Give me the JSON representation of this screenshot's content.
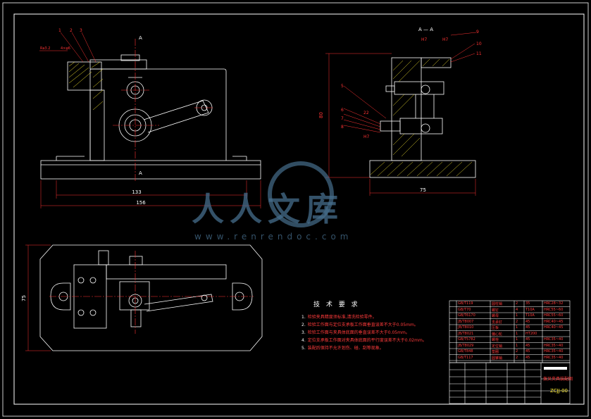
{
  "section_labels": {
    "cut_a_top": "A",
    "cut_a_bottom": "A",
    "section_view": "A — A"
  },
  "dimensions": {
    "inner_width": "133",
    "outer_width": "156",
    "side_width": "75",
    "side_height": "80",
    "plan_height": "75",
    "fit_top_1": "H7",
    "fit_top_2": "H7",
    "fit_side_1": "22",
    "fit_side_2": "H7",
    "ra": "Ra3.2",
    "holes_note": "4×φ6"
  },
  "balloons": {
    "front": [
      "1",
      "2",
      "3"
    ],
    "side_right": [
      "9",
      "10",
      "11"
    ],
    "side_left": [
      "5",
      "6",
      "7",
      "8"
    ]
  },
  "tech": {
    "title": "技 术 要 求",
    "items": [
      {
        "n": "1.",
        "text": "检验夹具精度须标准,清洗检验零件。"
      },
      {
        "n": "2.",
        "text": "检验工作面与定位支承板工作面垂直误差不大于0.05mm。"
      },
      {
        "n": "3.",
        "text": "检验工作面与夹具体底面的垂直误差不大于0.05mm。"
      },
      {
        "n": "4.",
        "text": "定位支承板工作面对夹具体底面的平行度误差不大于0.02mm。"
      },
      {
        "n": "5.",
        "text": "装配后保持不允许划伤、碰、刮等现象。"
      }
    ]
  },
  "bom": [
    {
      "code": "GB/T119",
      "name": "圆柱销",
      "qty": "2",
      "mat": "35",
      "note": "HRC28~32"
    },
    {
      "code": "GB/T70",
      "name": "螺钉",
      "qty": "4",
      "mat": "T10A",
      "note": "HRC55~60"
    },
    {
      "code": "GB/T6170",
      "name": "螺母",
      "qty": "1",
      "mat": "T10A",
      "note": "HRC55~60"
    },
    {
      "code": "JB/T8007",
      "name": "支承钉",
      "qty": "2",
      "mat": "45",
      "note": "HRC40~45"
    },
    {
      "code": "JB/T8010",
      "name": "压板",
      "qty": "1",
      "mat": "45",
      "note": "HRC40~45"
    },
    {
      "code": "JB/T8021",
      "name": "偏心轮",
      "qty": "1",
      "mat": "HT200",
      "note": ""
    },
    {
      "code": "GB/T5782",
      "name": "螺栓",
      "qty": "1",
      "mat": "45",
      "note": "HRC35~40"
    },
    {
      "code": "JB/T8029",
      "name": "定位销",
      "qty": "1",
      "mat": "45",
      "note": "HRC35~40"
    },
    {
      "code": "GB/T848",
      "name": "垫圈",
      "qty": "2",
      "mat": "45",
      "note": "HRC35~40"
    },
    {
      "code": "GB/T117",
      "name": "圆锥销",
      "qty": "2",
      "mat": "45",
      "note": "HRC35~40"
    }
  ],
  "title_block": {
    "name": "拨叉夹具装配图",
    "code": "ZCJJ-00"
  },
  "watermark": {
    "text": "人人文库",
    "url": "www.renrendoc.com"
  },
  "colors": {
    "line": "#ffffff",
    "dim": "#ff3333",
    "center": "#ff3333",
    "hatch": "#ffee33",
    "watermark": "#46708c"
  }
}
